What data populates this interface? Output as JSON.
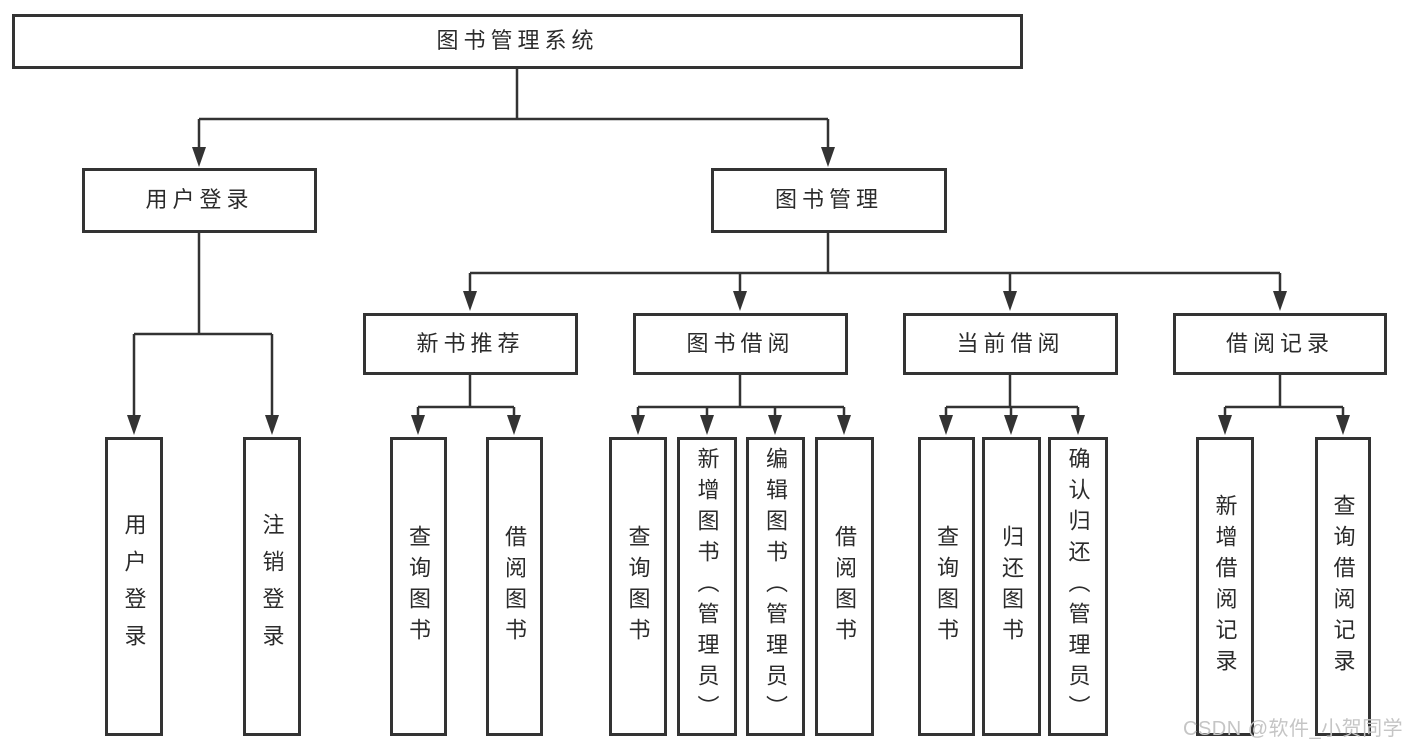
{
  "diagram": {
    "root": {
      "label": "图书管理系统"
    },
    "branches": [
      {
        "label": "用户登录",
        "leaves": [
          "用户登录",
          "注销登录"
        ]
      },
      {
        "label": "图书管理",
        "groups": [
          {
            "label": "新书推荐",
            "leaves": [
              "查询图书",
              "借阅图书"
            ]
          },
          {
            "label": "图书借阅",
            "leaves": [
              "查询图书",
              "新增图书（管理员）",
              "编辑图书（管理员）",
              "借阅图书"
            ]
          },
          {
            "label": "当前借阅",
            "leaves": [
              "查询图书",
              "归还图书",
              "确认归还（管理员）"
            ]
          },
          {
            "label": "借阅记录",
            "leaves": [
              "新增借阅记录",
              "查询借阅记录"
            ]
          }
        ]
      }
    ]
  },
  "watermark": {
    "text": "CSDN @软件_小贺同学",
    "color": "#c5c5c5"
  },
  "colors": {
    "background": "#ffffff",
    "box_fill": "#ffffff",
    "box_border": "#333333",
    "line": "#333333",
    "text": "#2b2b2b"
  }
}
